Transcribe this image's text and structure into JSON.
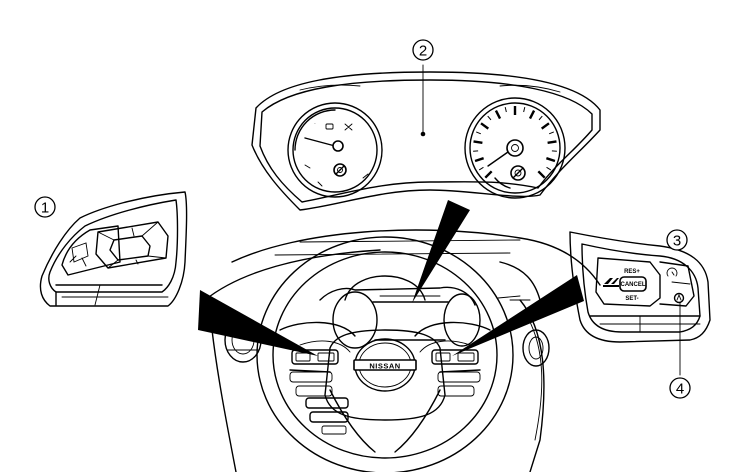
{
  "callouts": [
    {
      "label": "1"
    },
    {
      "label": "2"
    },
    {
      "label": "3"
    },
    {
      "label": "4"
    }
  ],
  "brand_badge": "NISSAN",
  "right_switch": {
    "res_label": "RES+",
    "cancel_label": "CANCEL",
    "set_label": "SET-"
  }
}
